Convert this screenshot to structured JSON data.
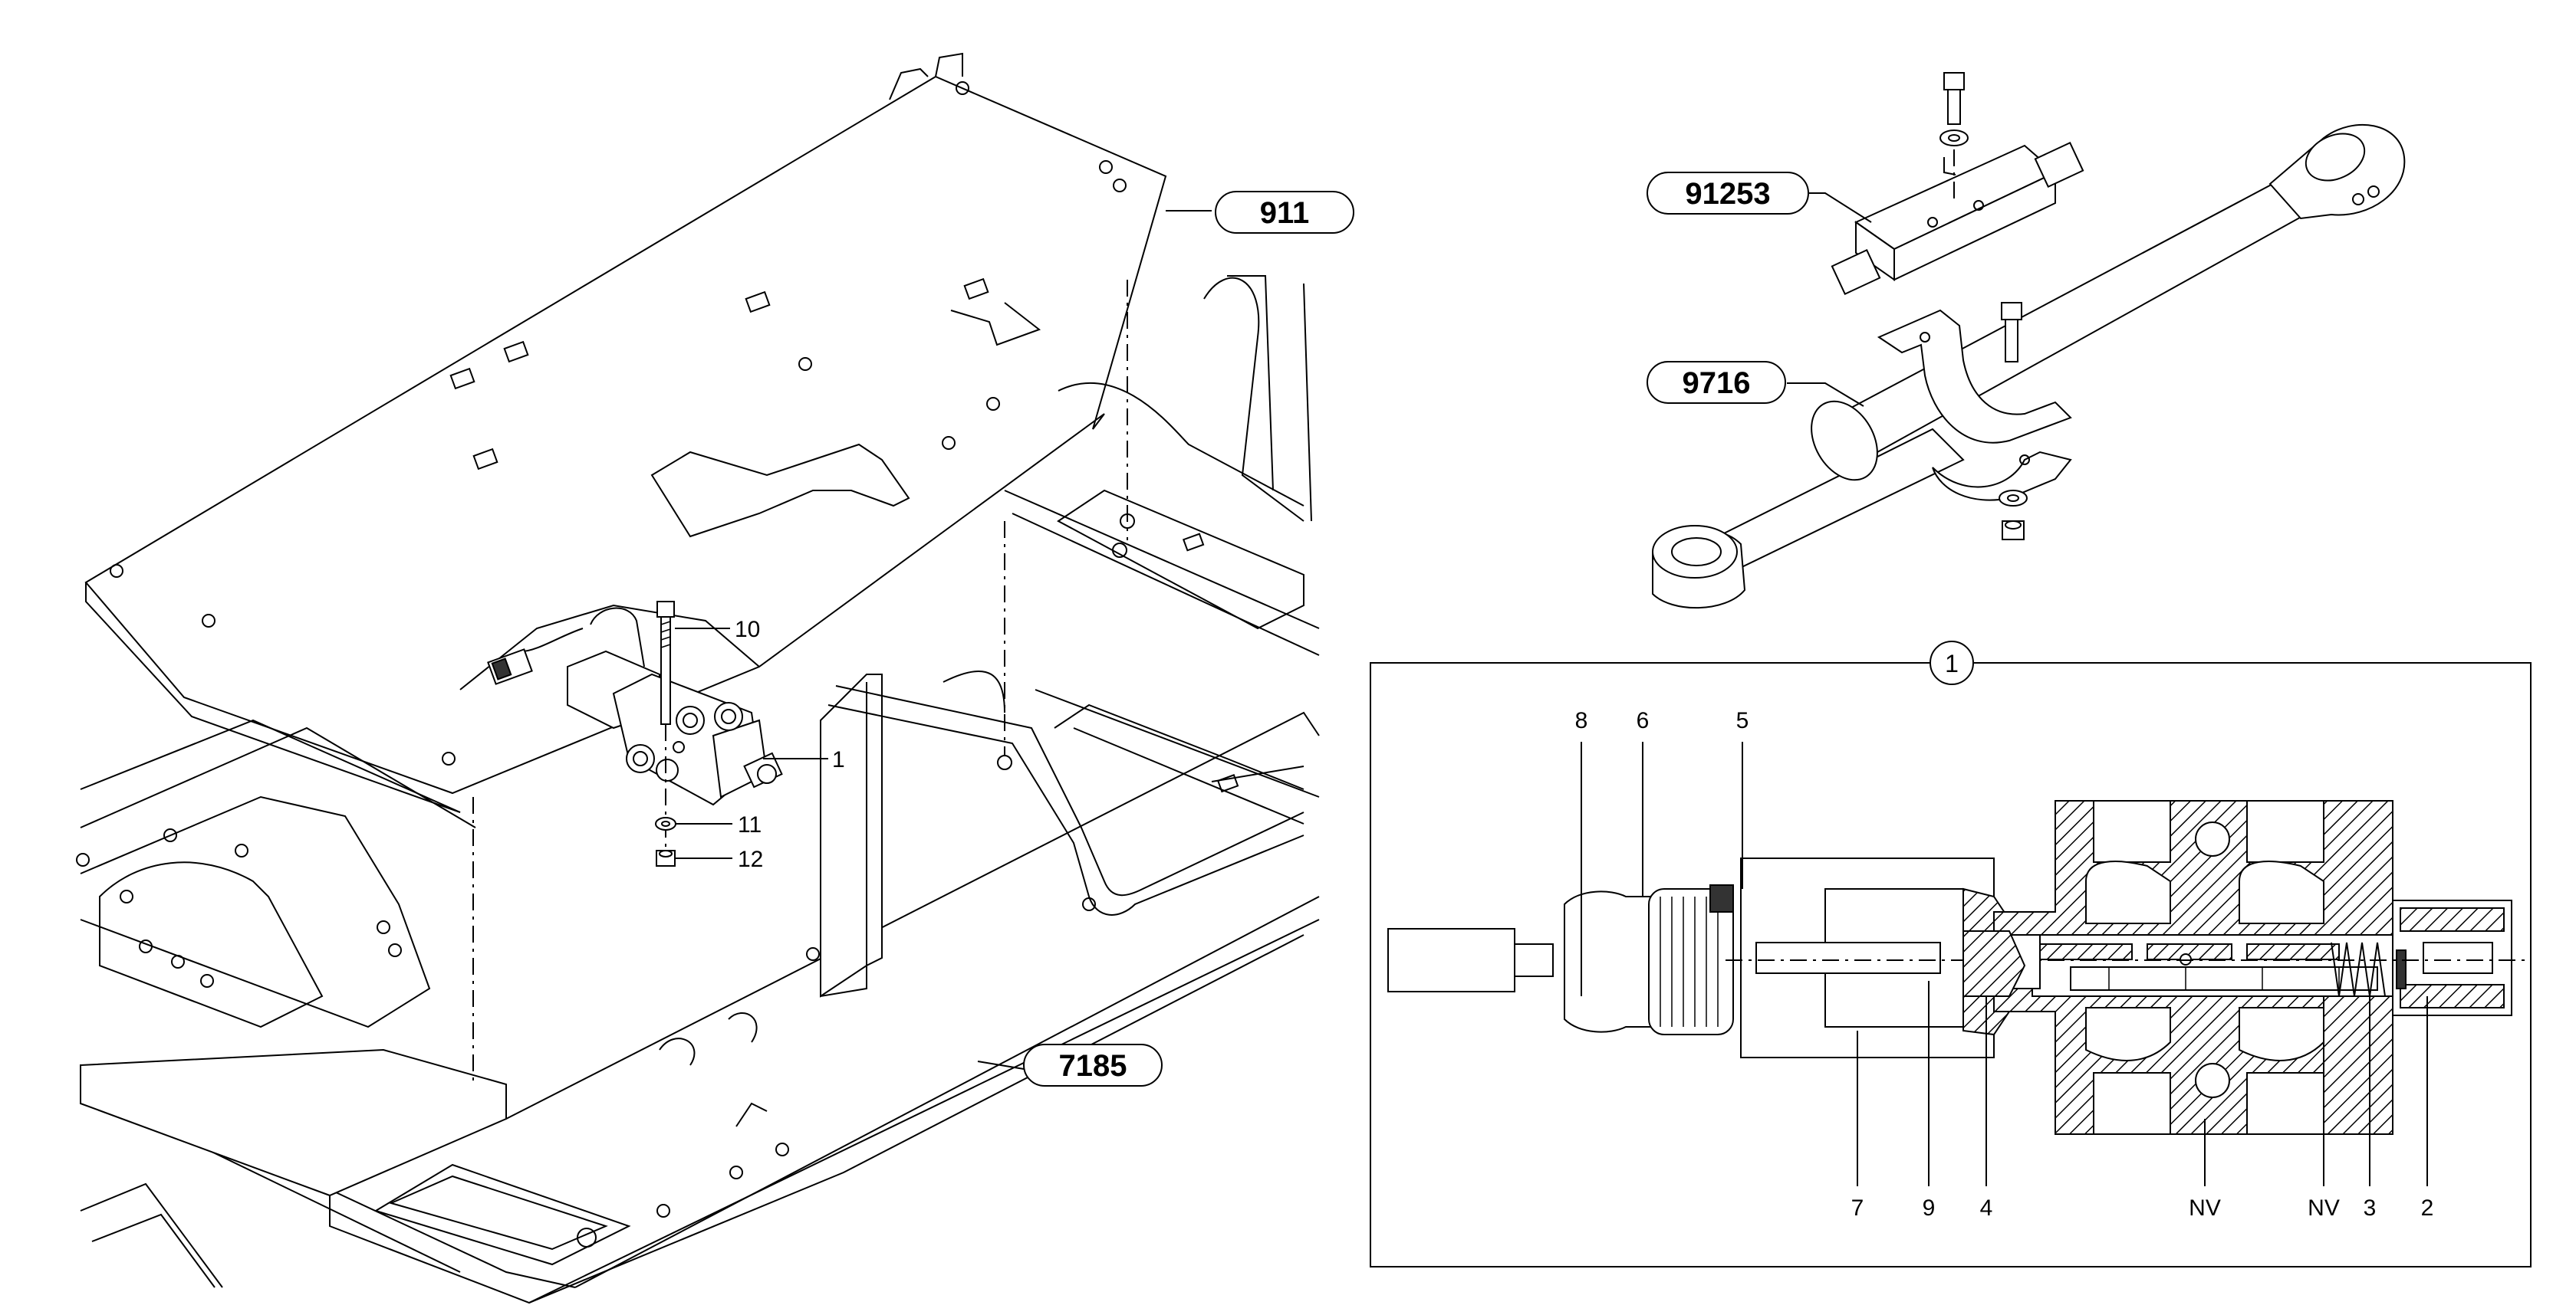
{
  "callouts": {
    "c911": "911",
    "c7185": "7185",
    "c91253": "91253",
    "c9716": "9716",
    "detail": "1"
  },
  "left_numbers": {
    "n10": "10",
    "n1": "1",
    "n11": "11",
    "n12": "12"
  },
  "detail_numbers": {
    "n8": "8",
    "n6": "6",
    "n5": "5",
    "n7": "7",
    "n9": "9",
    "n4": "4",
    "nv1": "NV",
    "nv2": "NV",
    "n3": "3",
    "n2": "2"
  }
}
